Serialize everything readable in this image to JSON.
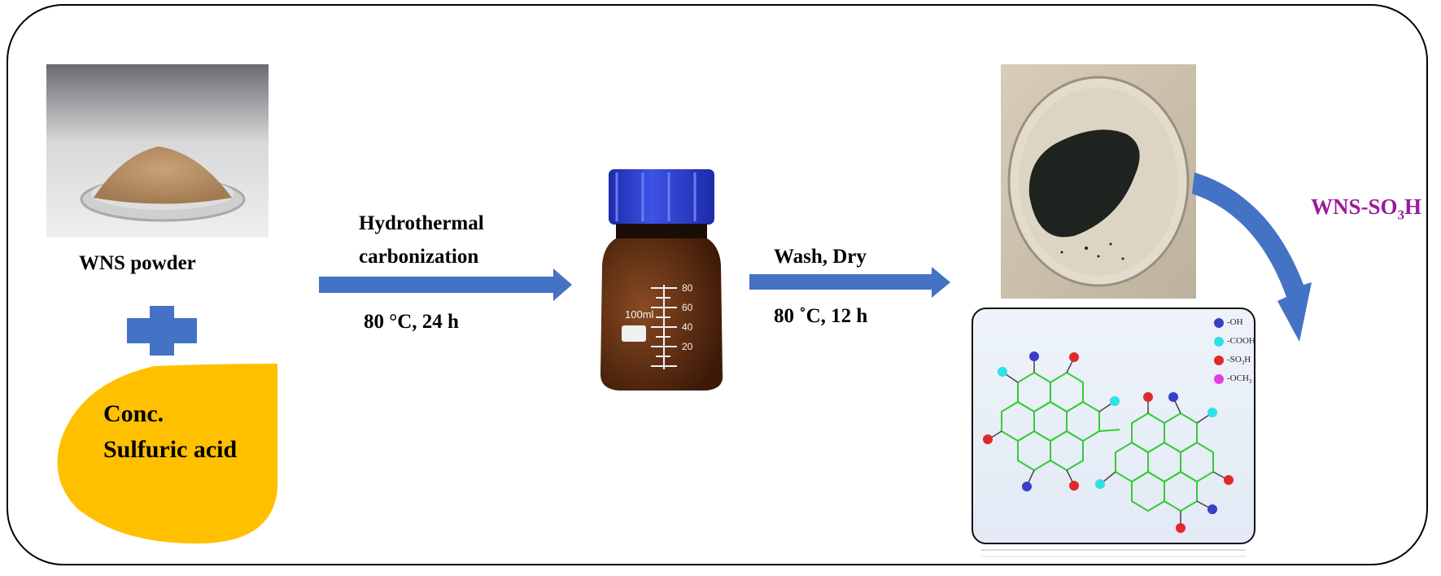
{
  "steps": {
    "powder_label": "WNS powder",
    "acid_label_line1": "Conc.",
    "acid_label_line2": "Sulfuric acid",
    "step1_line1": "Hydrothermal",
    "step1_line2": "carbonization",
    "step1_condition": "80 °C, 24 h",
    "step2_line1": "Wash, Dry",
    "step2_condition": "80 ˚C, 12 h",
    "product_label_prefix": "WNS-SO",
    "product_label_sub": "3",
    "product_label_suffix": "H"
  },
  "bottle": {
    "volume_label": "100ml",
    "marks": [
      "80",
      "60",
      "40",
      "20"
    ]
  },
  "legend": {
    "items": [
      {
        "label": "-OH",
        "color": "#3a3fc8"
      },
      {
        "label": "-COOH",
        "color": "#2fe0e8"
      },
      {
        "label": "-SO",
        "sub": "3",
        "suffix": "H",
        "color": "#e02a2a"
      },
      {
        "label": "-OCH",
        "sub": "3",
        "color": "#e040e0"
      }
    ]
  },
  "colors": {
    "arrow": "#4472c4",
    "plus": "#4472c4",
    "acid_drop": "#ffc000",
    "product_text": "#9b1b9b",
    "bond": "#33cc33",
    "cap": "#2f3fd0",
    "glass": "#5a2a10"
  }
}
